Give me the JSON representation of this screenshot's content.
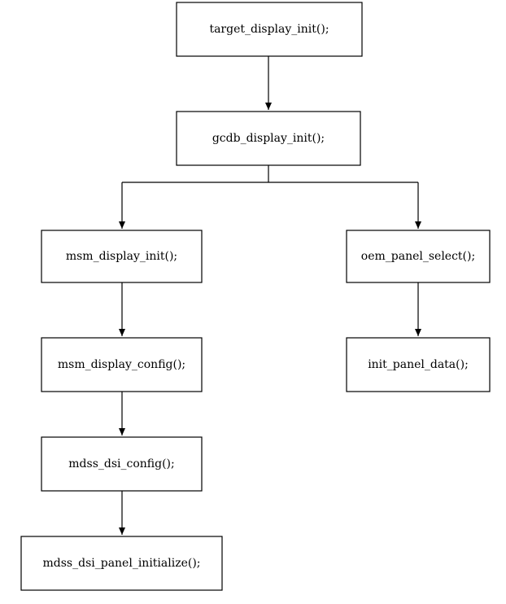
{
  "nodes": {
    "target_display_init": {
      "label": "target_display_init();"
    },
    "gcdb_display_init": {
      "label": "gcdb_display_init();"
    },
    "msm_display_init": {
      "label": "msm_display_init();"
    },
    "oem_panel_select": {
      "label": "oem_panel_select();"
    },
    "msm_display_config": {
      "label": "msm_display_config();"
    },
    "init_panel_data": {
      "label": "init_panel_data();"
    },
    "mdss_dsi_config": {
      "label": "mdss_dsi_config();"
    },
    "mdss_dsi_panel_initialize": {
      "label": "mdss_dsi_panel_initialize();"
    }
  },
  "edges": [
    {
      "from": "target_display_init",
      "to": "gcdb_display_init"
    },
    {
      "from": "gcdb_display_init",
      "to": "msm_display_init"
    },
    {
      "from": "gcdb_display_init",
      "to": "oem_panel_select"
    },
    {
      "from": "msm_display_init",
      "to": "msm_display_config"
    },
    {
      "from": "msm_display_config",
      "to": "mdss_dsi_config"
    },
    {
      "from": "mdss_dsi_config",
      "to": "mdss_dsi_panel_initialize"
    },
    {
      "from": "oem_panel_select",
      "to": "init_panel_data"
    }
  ]
}
